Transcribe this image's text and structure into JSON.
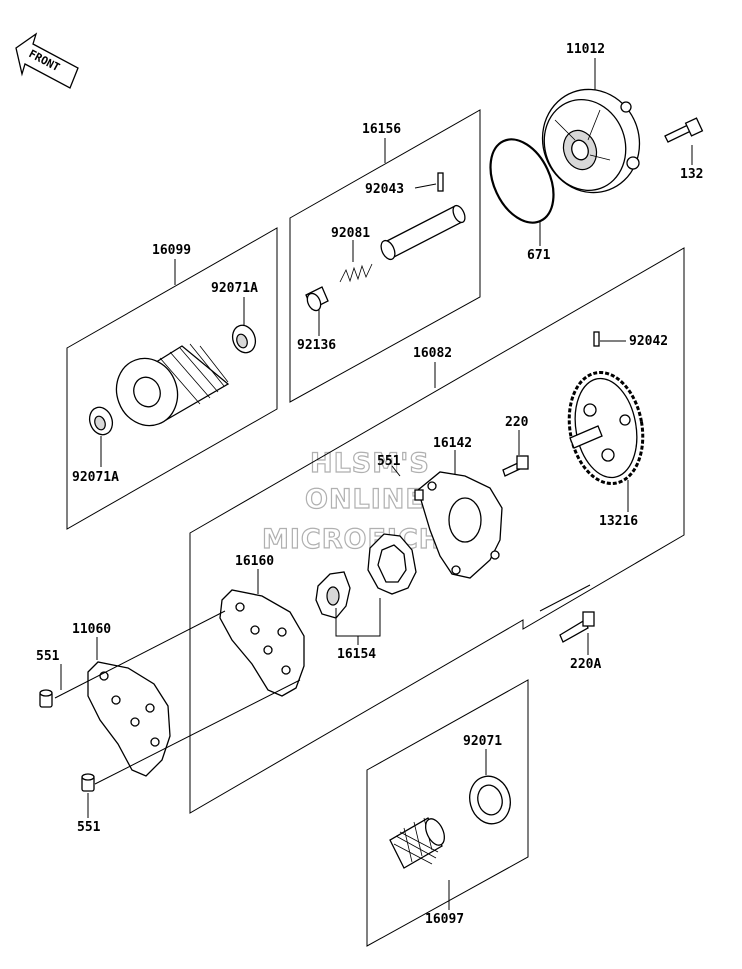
{
  "front_arrow": {
    "text": "FRONT"
  },
  "watermark": {
    "line1": "HLSM'S",
    "line2": "ONLINE",
    "line3": "MICROFICHE"
  },
  "labels": {
    "p11012": "11012",
    "p132": "132",
    "p671": "671",
    "p16156": "16156",
    "p92043": "92043",
    "p92081": "92081",
    "p92136": "92136",
    "p16099": "16099",
    "p92071A_top": "92071A",
    "p92071A_bottom": "92071A",
    "p16082": "16082",
    "p92042": "92042",
    "p220": "220",
    "p16142": "16142",
    "p551_mid": "551",
    "p13216": "13216",
    "p16160": "16160",
    "p11060": "11060",
    "p551_left": "551",
    "p551_bottom": "551",
    "p16154": "16154",
    "p220A": "220A",
    "p92071": "92071",
    "p16097": "16097"
  }
}
